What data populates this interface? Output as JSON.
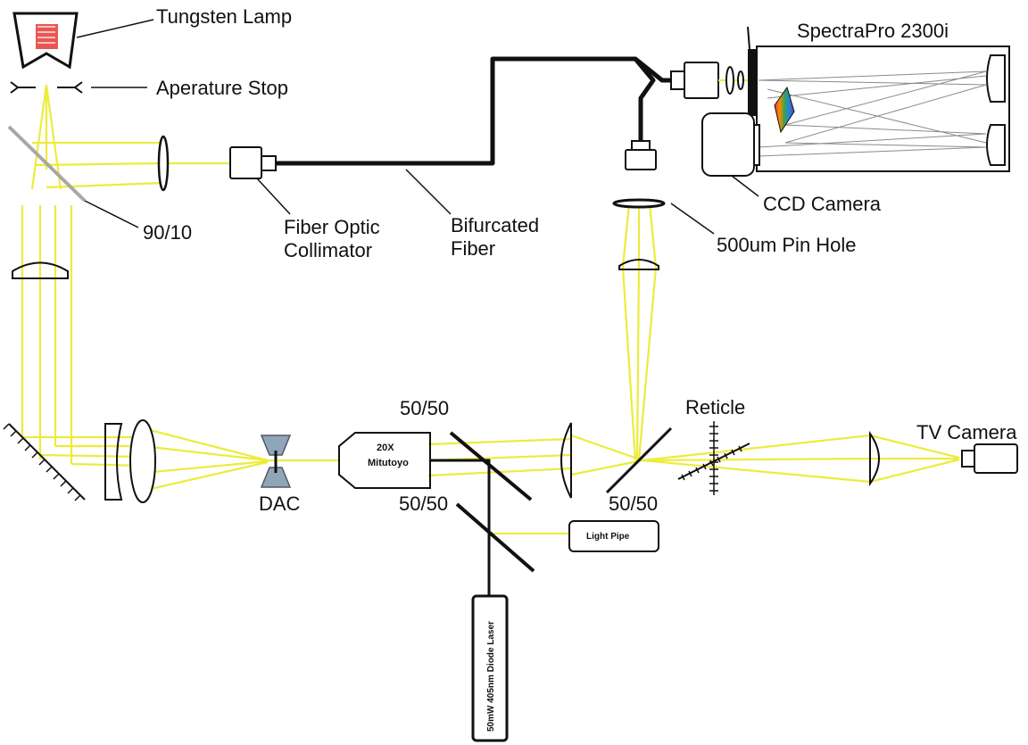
{
  "colors": {
    "beam": "#ecec3c",
    "ink": "#111111",
    "lamp_filament": "#e53935",
    "diamond_cell": "#8fa6b8",
    "fiber": "#111111"
  },
  "labels": {
    "tungsten_lamp": "Tungsten Lamp",
    "aperture_stop": "Aperature Stop",
    "beamsplitter_90_10": "90/10",
    "fiber_collimator_line1": "Fiber Optic",
    "fiber_collimator_line2": "Collimator",
    "bifurcated_line1": "Bifurcated",
    "bifurcated_line2": "Fiber",
    "spectrometer": "SpectraPro 2300i",
    "ccd_camera": "CCD Camera",
    "pinhole": "500um Pin Hole",
    "reticle": "Reticle",
    "tv_camera": "TV Camera",
    "dac": "DAC",
    "objective_mag": "20X",
    "objective_brand": "Mitutoyo",
    "splitter_top": "50/50",
    "splitter_bottom": "50/50",
    "splitter_right": "50/50",
    "light_pipe": "Light Pipe",
    "laser": "50mW 405nm Diode Laser"
  },
  "icons": {
    "lamp": "tungsten-lamp-icon",
    "ccd": "ccd-camera-icon",
    "tv": "tv-camera-icon",
    "grating": "diffraction-grating-icon"
  }
}
